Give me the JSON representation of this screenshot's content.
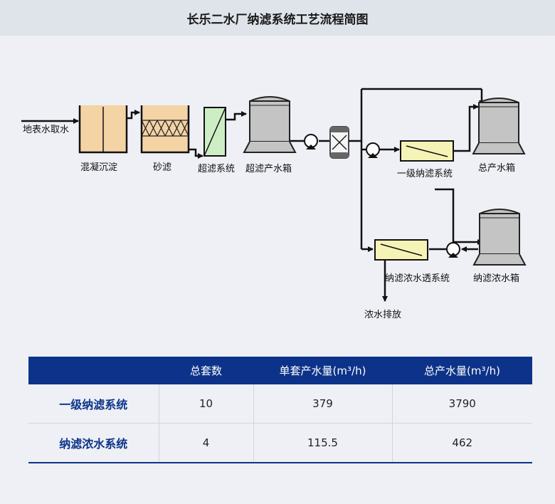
{
  "title": "长乐二水厂纳滤系统工艺流程简图",
  "diagram": {
    "labels": {
      "intake": "地表水取水",
      "coagulation": "混凝沉淀",
      "sand_filter": "砂滤",
      "uf_system": "超滤系统",
      "uf_tank": "超滤产水箱",
      "nf1_system": "一级纳滤系统",
      "product_tank": "总产水箱",
      "concentrate_system": "纳滤浓水透系统",
      "concentrate_tank": "纳滤浓水箱",
      "discharge": "浓水排放"
    },
    "colors": {
      "tank_fill": "#c4c4c4",
      "basin_fill": "#f4d3a4",
      "uf_fill": "#cdeec5",
      "nf_fill": "#f6f3b6",
      "line": "#111111"
    }
  },
  "table": {
    "headers": [
      "",
      "总套数",
      "单套产水量(m³/h)",
      "总产水量(m³/h)"
    ],
    "rows": [
      {
        "name": "一级纳滤系统",
        "sets": "10",
        "unit_flow": "379",
        "total_flow": "3790"
      },
      {
        "name": "纳滤浓水系统",
        "sets": "4",
        "unit_flow": "115.5",
        "total_flow": "462"
      }
    ]
  }
}
